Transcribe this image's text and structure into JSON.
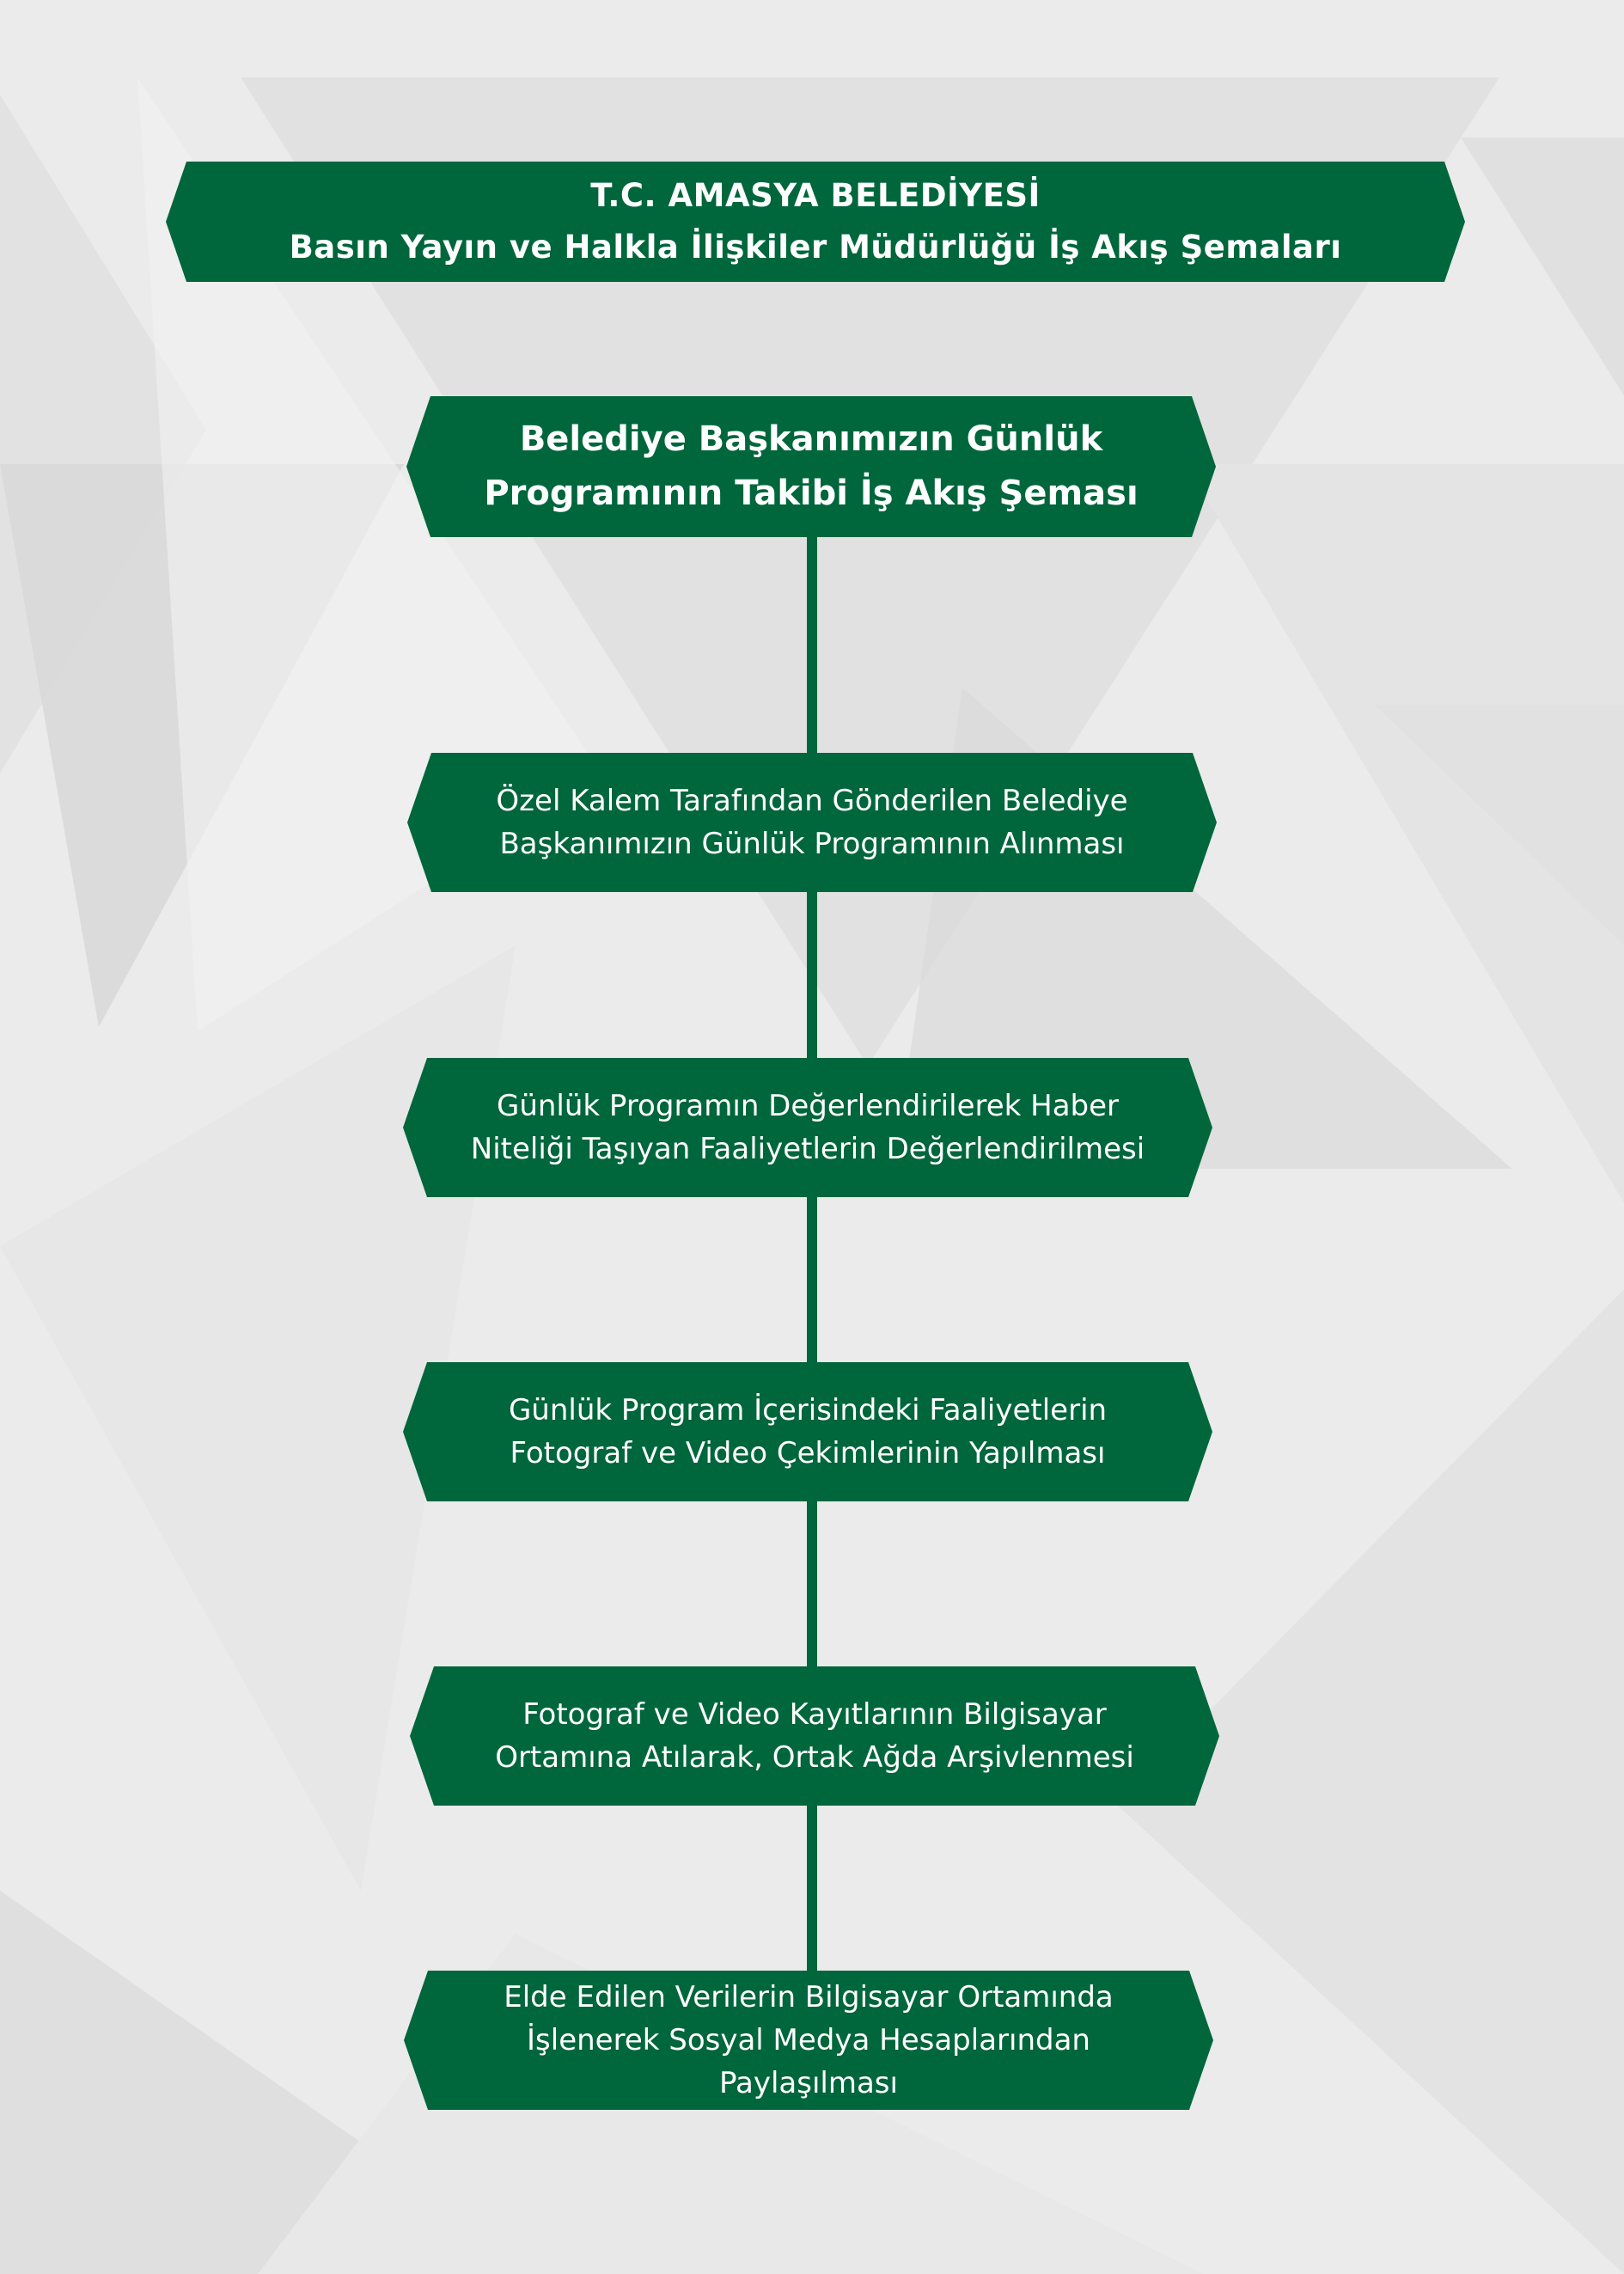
{
  "header": {
    "line1": "T.C. AMASYA BELEDİYESİ",
    "line2": "Basın Yayın ve Halkla İlişkiler Müdürlüğü İş Akış Şemaları"
  },
  "flow": {
    "title": "Belediye Başkanımızın Günlük Programının Takibi İş Akış Şeması",
    "steps": [
      "Özel Kalem Tarafından Gönderilen Belediye Başkanımızın Günlük Programının Alınması",
      "Günlük Programın Değerlendirilerek Haber Niteliği Taşıyan Faaliyetlerin Değerlendirilmesi",
      "Günlük Program İçerisindeki Faaliyetlerin Fotograf ve Video Çekimlerinin Yapılması",
      "Fotograf ve Video Kayıtlarının Bilgisayar Ortamına Atılarak, Ortak Ağda Arşivlenmesi",
      "Elde Edilen Verilerin Bilgisayar Ortamında İşlenerek Sosyal Medya Hesaplarından Paylaşılması"
    ]
  },
  "colors": {
    "accent": "#00663c",
    "text": "#ffffff",
    "background": "#ececec"
  }
}
